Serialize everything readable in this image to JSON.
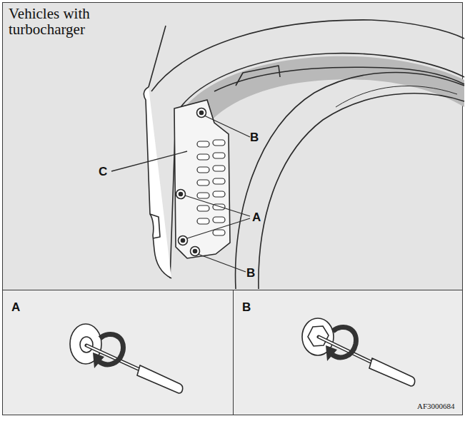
{
  "diagram": {
    "nodes": [
      {
        "text": [
          "Vehicles with turbocharger"
        ]
      },
      {
        "text": [
          "A"
        ]
      },
      {
        "text": [
          "B"
        ]
      }
    ],
    "labels": [
      "B",
      "C",
      "A",
      "B",
      "AF3000684"
    ]
  }
}
